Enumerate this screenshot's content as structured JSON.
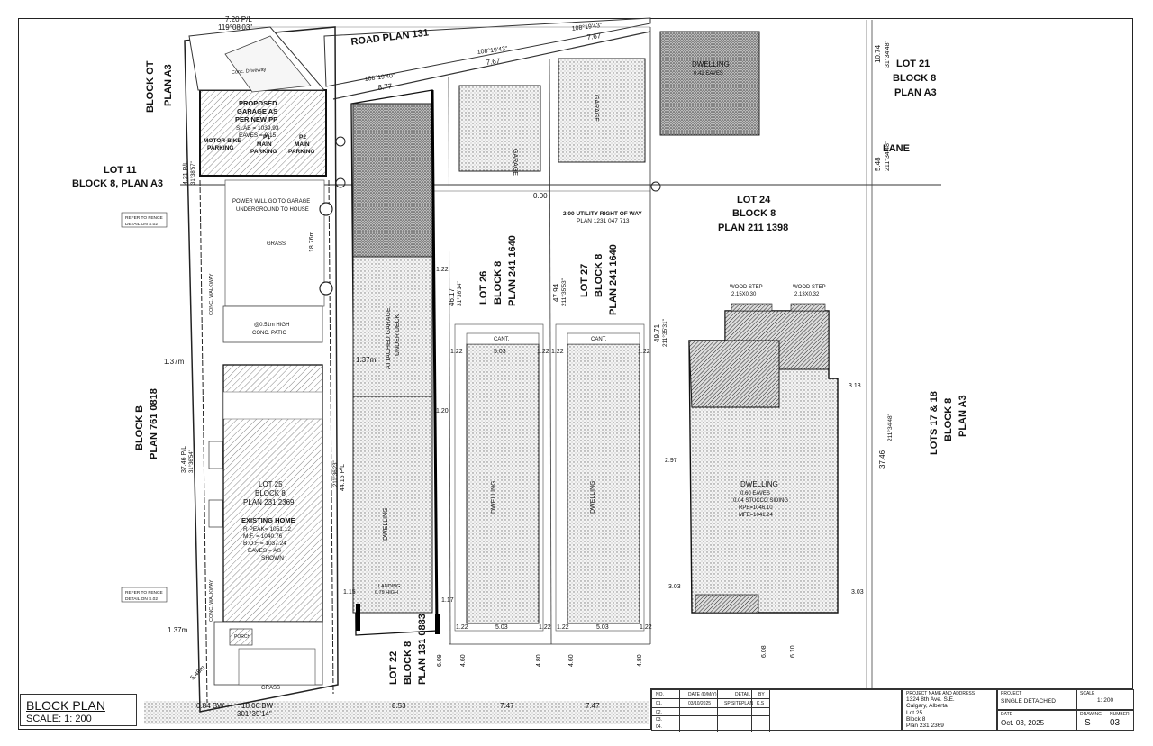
{
  "sheet": {
    "title": "BLOCK  PLAN",
    "scale": "SCALE:  1: 200"
  },
  "roads": {
    "road_plan": "ROAD PLAN 131",
    "lane": "LANE",
    "utility_row": "2.00 UTILITY RIGHT OF WAY",
    "utility_plan": "PLAN 1231 047 713"
  },
  "lots": {
    "block_ot": "BLOCK OT",
    "plan_a3_left": "PLAN A3",
    "lot11": "LOT 11",
    "lot11_sub": "BLOCK 8, PLAN A3",
    "block_b": "BLOCK B",
    "plan_761": "PLAN 761 0818",
    "lot25": "LOT 25",
    "lot25_block": "BLOCK 8",
    "lot25_plan": "PLAN 231 2369",
    "lot22": "LOT 22",
    "lot22_block": "BLOCK 8",
    "lot22_plan": "PLAN 131 0883",
    "lot26": "LOT 26",
    "lot26_block": "BLOCK 8",
    "lot26_plan": "PLAN 241 1640",
    "lot27": "LOT 27",
    "lot27_block": "BLOCK 8",
    "lot27_plan": "PLAN 241 1640",
    "lot24": "LOT 24",
    "lot24_block": "BLOCK 8",
    "lot24_plan": "PLAN 211 1398",
    "lot21": "LOT 21",
    "lot21_block": "BLOCK 8",
    "lot21_plan": "PLAN A3",
    "lots1718": "LOTS 17 & 18",
    "lots1718_block": "BLOCK 8",
    "lots1718_plan": "PLAN A3"
  },
  "notes": {
    "proposed_garage": "PROPOSED",
    "proposed_garage2": "GARAGE AS",
    "proposed_garage3": "PER NEW PP",
    "slab": "SLAB = 1039.93",
    "eaves": "EAVES = 0.15",
    "motorbike": "MOTOR-BIKE",
    "parking": "PARKING",
    "p1": "P1",
    "p2": "P2",
    "main": "MAIN",
    "power": "POWER WILL GO TO GARAGE",
    "underground": "UNDERGROUND TO HOUSE",
    "grass": "GRASS",
    "conc_patio": "CONC. PATIO",
    "high051": "@0.51m HIGH",
    "existing_home": "EXISTING HOME",
    "r_peak": "R PEAK= 1051.12",
    "mf": "M.F.  = 1040.76",
    "bof": "B.O.F = 1037.24",
    "eaves_as": "EAVES = AS",
    "shown": "SHOWN",
    "refer_fence": "REFER TO FENCE",
    "detail_s02": "DETAIL ON S.02",
    "attached_garage": "ATTACHED GARAGE",
    "under_deck": "UNDER DECK",
    "dwelling": "DWELLING",
    "garage": "GARAGE",
    "cant": "CANT.",
    "wood_step": "WOOD STEP",
    "ws1": "2.15X0.30",
    "ws2": "2.13X0.32",
    "dwelling_lg": "DWELLING",
    "lg_eaves": "0.60 EAVES",
    "lg_siding": "0.04 STUCCO SIDING",
    "lg_rpe": "RPE=1046.10",
    "lg_mfe": "MFE=1041.24",
    "top_dwelling": "DWELLING",
    "top_eaves": "0.42 EAVES",
    "conc_driveway": "Conc. Driveway",
    "conc_walkway": "CONC. WALKWAY",
    "landing": "LANDING",
    "landing_high": "0.79 HIGH",
    "porch": "PORCH"
  },
  "dims": {
    "d720": "7.20 P/L",
    "b119": "119°08'03\"",
    "d877": "8.77",
    "b108a": "108°19'40\"",
    "d767a": "7.67",
    "b108b": "108°19'43\"",
    "d767b": "7.67",
    "b108c": "108°19'43\"",
    "d1074": "10.74",
    "b31": "31°34'48\"",
    "d548": "5.48",
    "b211": "211°34'48\"",
    "d000": "0.00",
    "d431": "4.31 P/L",
    "b31a": "31°38'57\"",
    "d137a": "1.37m",
    "d137b": "1.37m",
    "d137c": "1.37m",
    "d3746": "37.46 P/L",
    "b31b": "31°36'54\"",
    "d4415": "44.15 P/L",
    "b211b": "211°36'23\"",
    "d1876": "18.76m",
    "d4617": "46.17",
    "b31c": "31°36'14\"",
    "d4794": "47.94",
    "b211c": "211°35'53\"",
    "d4971": "49.71",
    "b211d": "211°35'31\"",
    "d3746b": "37.46",
    "b211e": "211°34'48\"",
    "d1006": "10.06 BW",
    "b301": "301°39'14\"",
    "d084": "0.84 BW",
    "d548b": "5.48m",
    "d747a": "7.47",
    "d747b": "7.47",
    "d853": "8.53",
    "d122": "1.22",
    "d120": "1.20",
    "d297": "2.97",
    "d313": "3.13",
    "d303a": "3.03",
    "d303b": "3.03",
    "d460": "4.60",
    "d480": "4.80",
    "d609": "6.09",
    "d608": "6.08",
    "d610": "6.10",
    "d503": "5.03",
    "d115": "1.15",
    "d117": "1.17"
  },
  "titleblock": {
    "no_hdr": "NO.",
    "date_hdr": "DATE (D/M/Y)",
    "detail_hdr": "DETAIL",
    "by_hdr": "BY",
    "row1_no": "01.",
    "row1_date": "03/10/2025",
    "row1_detail": "SP SITEPLAN",
    "row1_by": "K.S",
    "row2_no": "02.",
    "row3_no": "03.",
    "row4_no": "04.",
    "proj_hdr": "PROJECT NAME AND ADDRESS",
    "address1": "1324 8th Ave. S.E.",
    "address2": "Calgary, Alberta",
    "lot": "Lot 25",
    "block": "Block 8",
    "plan": "Plan 231 2369",
    "project_hdr": "PROJECT",
    "project": "SINGLE DETACHED",
    "date_hdr2": "DATE",
    "date": "Oct. 03, 2025",
    "scale_hdr": "SCALE",
    "scale": "1: 200",
    "sheet_hdr": "DRAWING",
    "sheet_no_hdr": "NUMBER",
    "sheet_s": "S",
    "sheet_no": "03"
  }
}
